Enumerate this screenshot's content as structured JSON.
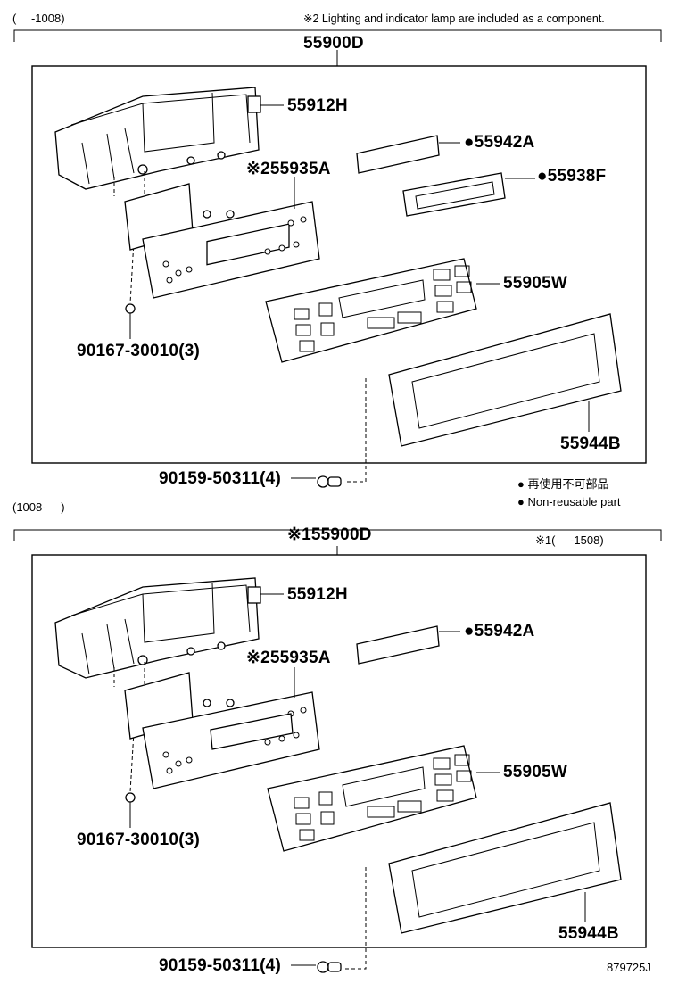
{
  "top": {
    "range": "(　 -1008)",
    "note": "※2 Lighting and indicator lamp are included as a component.",
    "assembly": "55900D",
    "parts": {
      "bracket": "55912H",
      "board": "※255935A",
      "film": "●55942A",
      "lens": "●55938F",
      "panel": "55905W",
      "bezel": "55944B",
      "screw1": "90167-30010(3)",
      "screw2": "90159-50311(4)"
    }
  },
  "legend": {
    "jp": "● 再使用不可部品",
    "en": "● Non-reusable part"
  },
  "bottom": {
    "range": "(1008-　 )",
    "assembly": "※155900D",
    "note": "※1(　 -1508)",
    "parts": {
      "bracket": "55912H",
      "board": "※255935A",
      "film": "●55942A",
      "panel": "55905W",
      "bezel": "55944B",
      "screw1": "90167-30010(3)",
      "screw2": "90159-50311(4)"
    }
  },
  "figure_id": "879725J"
}
